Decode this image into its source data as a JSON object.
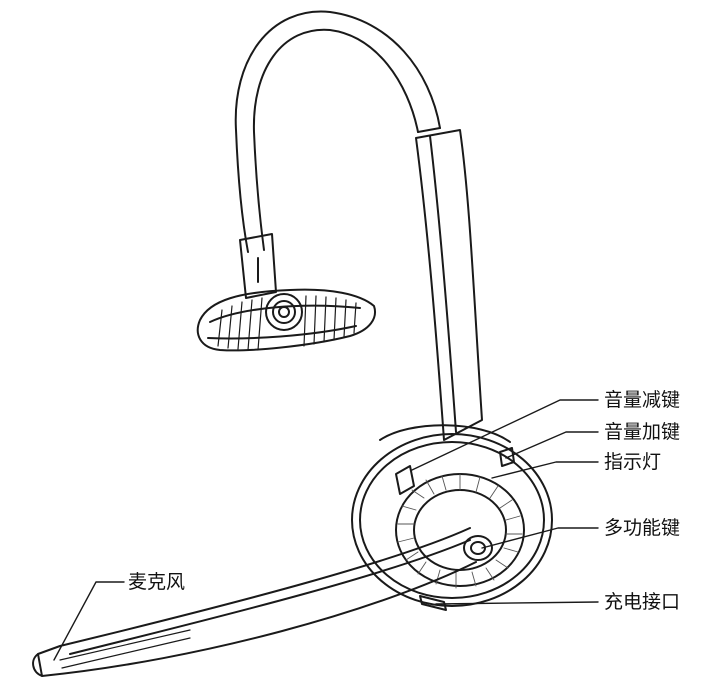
{
  "diagram": {
    "labels": {
      "volume_down": "音量减键",
      "volume_up": "音量加键",
      "indicator_light": "指示灯",
      "multifunction_key": "多功能键",
      "charging_port": "充电接口",
      "microphone": "麦克风"
    }
  }
}
